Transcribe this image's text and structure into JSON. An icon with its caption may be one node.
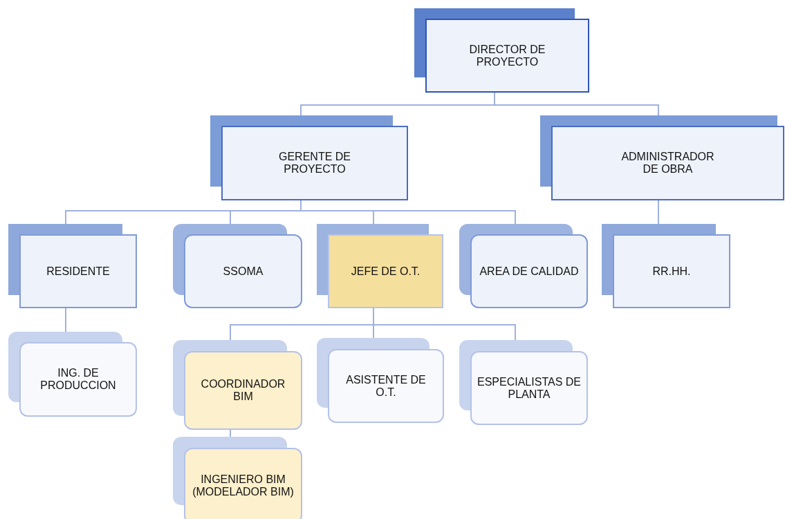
{
  "diagram": {
    "nodes": [
      {
        "text": [
          "DIRECTOR DE PROYECTO"
        ]
      },
      {
        "text": [
          "GERENTE DE PROYECTO"
        ]
      },
      {
        "text": [
          "ADMINISTRADOR DE OBRA"
        ]
      },
      {
        "text": [
          "RESIDENTE"
        ]
      },
      {
        "text": [
          "SSOMA"
        ]
      },
      {
        "text": [
          "JEFE DE O.T."
        ]
      },
      {
        "text": [
          "AREA DE CALIDAD"
        ]
      },
      {
        "text": [
          "RR.HH."
        ]
      },
      {
        "text": [
          "ING. DE PRODUCCION"
        ]
      },
      {
        "text": [
          "COORDINADOR BIM"
        ]
      },
      {
        "text": [
          "ASISTENTE DE O.T."
        ]
      },
      {
        "text": [
          "ESPECIALISTAS DE PLANTA"
        ]
      },
      {
        "text": [
          "INGENIERO BIM (MODELADOR BIM)"
        ]
      }
    ],
    "edges": [
      {
        "from": 0,
        "to": 1,
        "arrow": "none"
      },
      {
        "from": 0,
        "to": 2,
        "arrow": "none"
      },
      {
        "from": 1,
        "to": 3,
        "arrow": "none"
      },
      {
        "from": 1,
        "to": 4,
        "arrow": "none"
      },
      {
        "from": 1,
        "to": 5,
        "arrow": "none"
      },
      {
        "from": 1,
        "to": 6,
        "arrow": "none"
      },
      {
        "from": 2,
        "to": 7,
        "arrow": "none"
      },
      {
        "from": 3,
        "to": 8,
        "arrow": "none"
      },
      {
        "from": 5,
        "to": 9,
        "arrow": "none"
      },
      {
        "from": 5,
        "to": 10,
        "arrow": "none"
      },
      {
        "from": 5,
        "to": 11,
        "arrow": "none"
      },
      {
        "from": 9,
        "to": 12,
        "arrow": "none"
      }
    ]
  }
}
